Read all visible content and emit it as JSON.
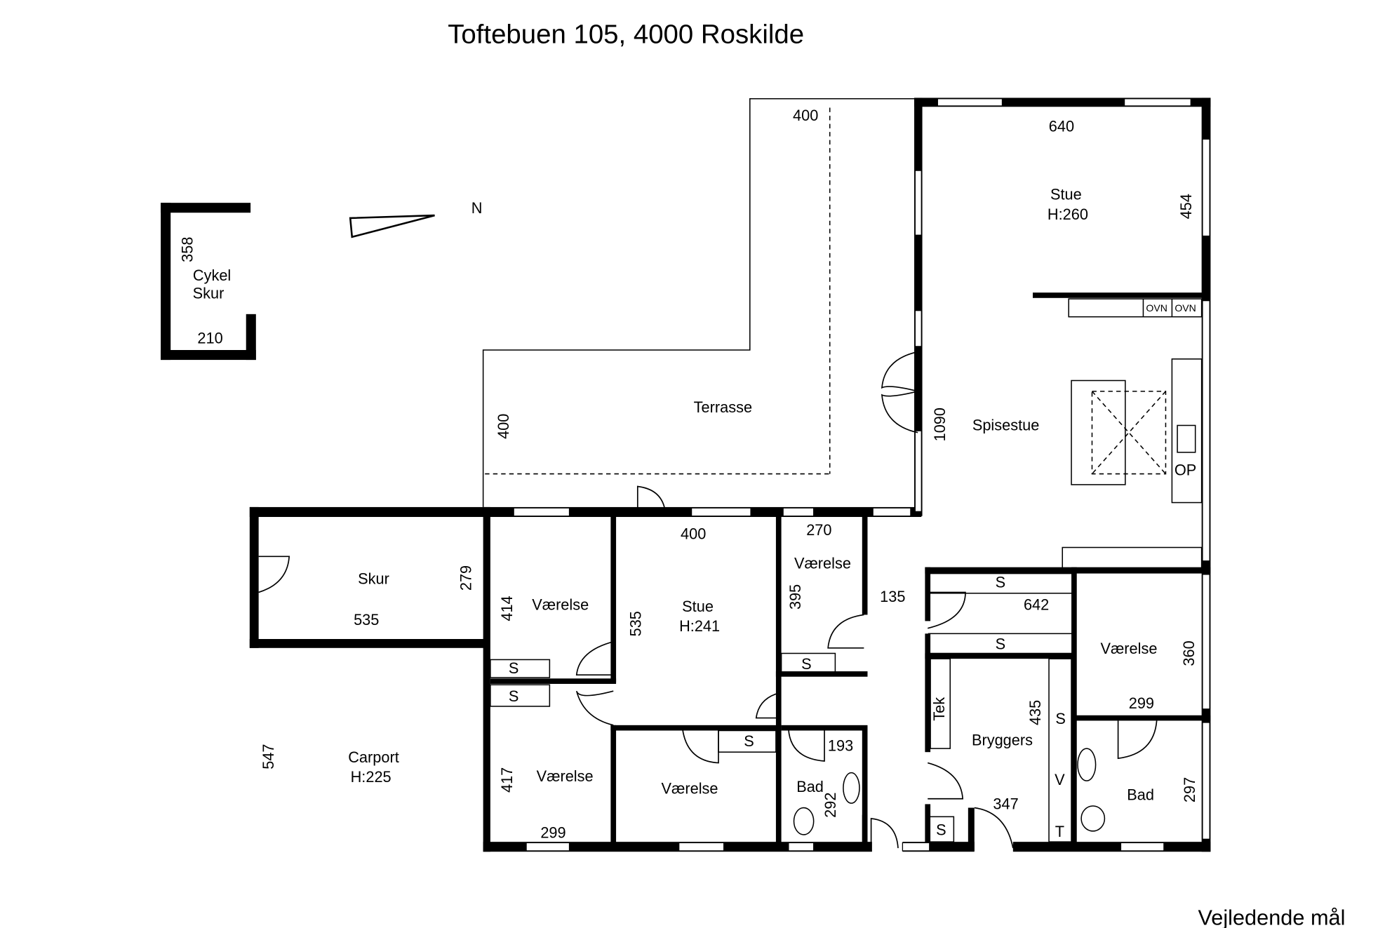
{
  "title": "Toftebuen 105, 4000 Roskilde",
  "footer": "Vejledende mål",
  "labels": [
    "400",
    "640",
    "Stue",
    "H:260",
    "454",
    "N",
    "358",
    "Cykel",
    "Skur",
    "210",
    "OVN",
    "OVN",
    "Terrasse",
    "400",
    "1090",
    "Spisestue",
    "OP",
    "400",
    "270",
    "Skur",
    "279",
    "535",
    "Værelse",
    "414",
    "535",
    "Stue",
    "H:241",
    "Værelse",
    "395",
    "135",
    "S",
    "642",
    "S",
    "Værelse",
    "360",
    "S",
    "S",
    "S",
    "Tek",
    "435",
    "S",
    "299",
    "S",
    "193",
    "Bryggers",
    "547",
    "Carport",
    "H:225",
    "417",
    "Værelse",
    "Værelse",
    "Bad",
    "292",
    "V",
    "347",
    "Bad",
    "297",
    "S",
    "T",
    "299"
  ]
}
